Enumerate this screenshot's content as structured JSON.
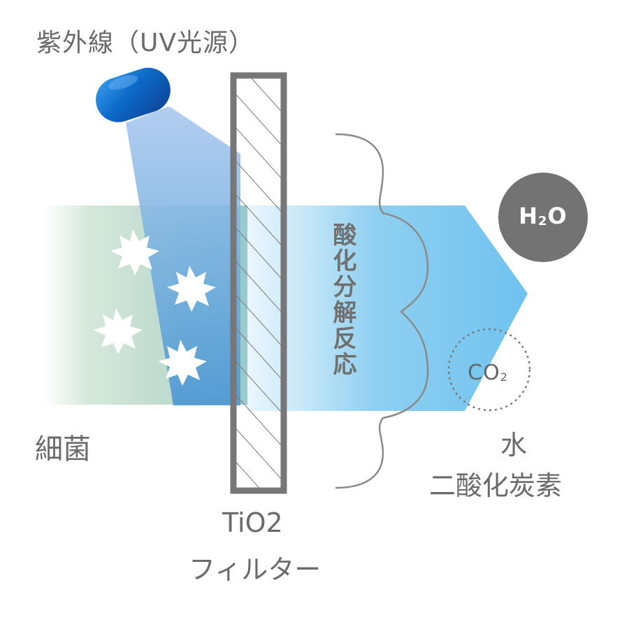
{
  "diagram": {
    "uv_source_label": "紫外線（UV光源）",
    "bacteria_label": "細菌",
    "filter_label_line1": "TiO2",
    "filter_label_line2": "フィルター",
    "reaction_label": "酸化分解反応",
    "water_label": "水",
    "co2_label": "二酸化炭素",
    "h2o_main": "H",
    "h2o_sub": "2",
    "h2o_tail": "O",
    "co2_main": "CO",
    "co2_sub": "2"
  },
  "colors": {
    "bacteria_band": "#bcd8cc",
    "output_band": "#79c7ef",
    "uv_lamp": "#0a6fc8",
    "uv_beam": "#6ea9df",
    "filter_stroke": "#7a7a7a",
    "h2o_circle": "#737373",
    "text": "#6b6b6b"
  }
}
